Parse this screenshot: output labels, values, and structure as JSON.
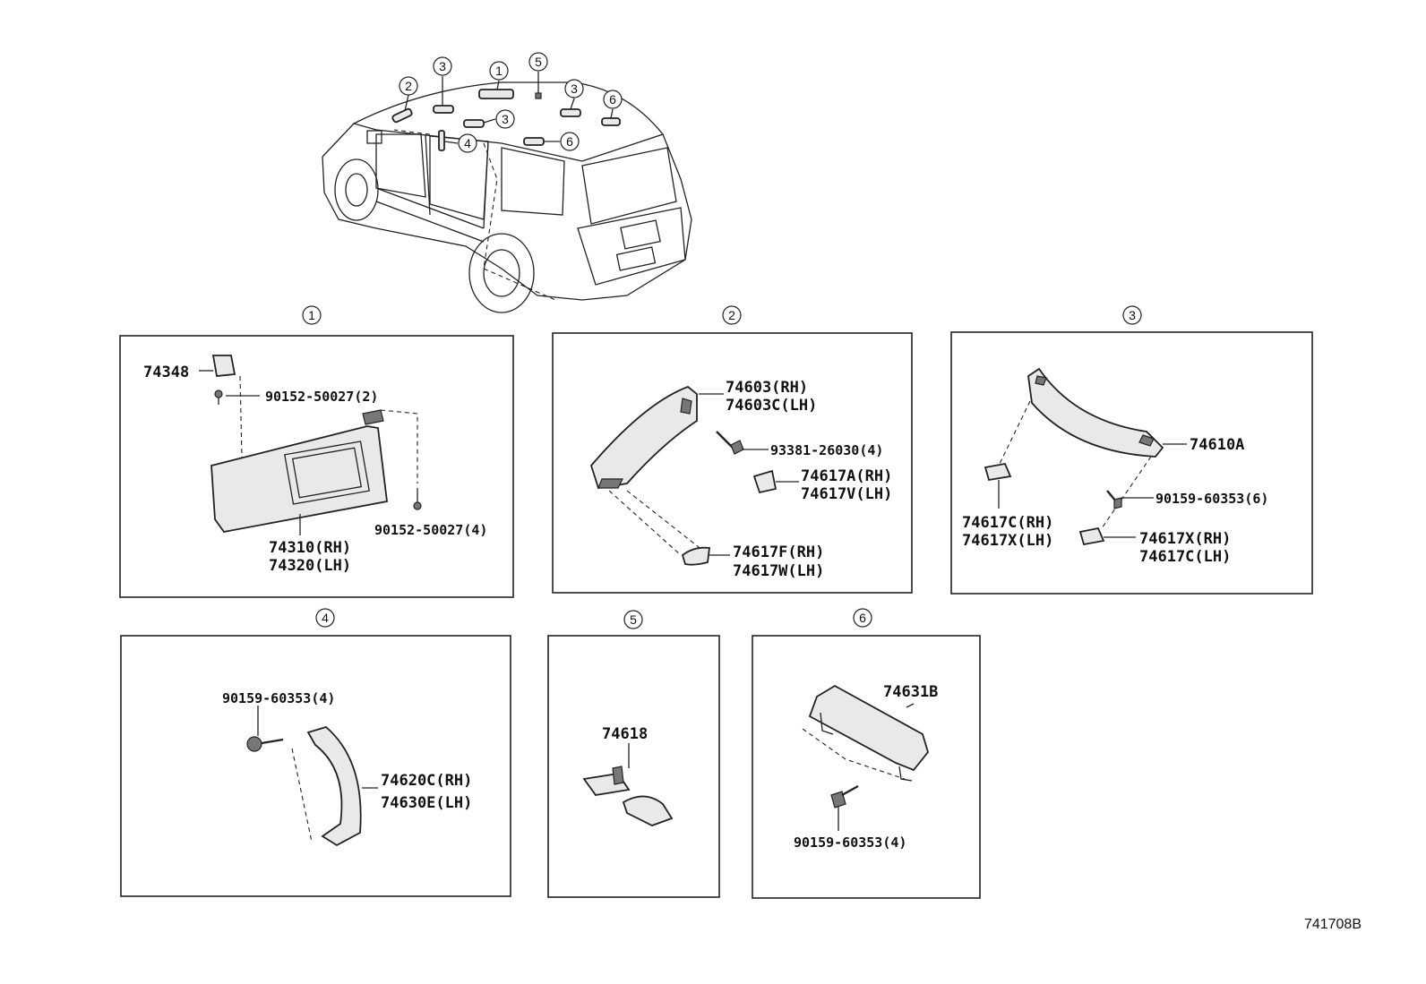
{
  "vehicle_callouts": [
    "1",
    "2",
    "3",
    "3",
    "3",
    "4",
    "5",
    "6",
    "6"
  ],
  "panels": [
    {
      "id": "1",
      "labels": [
        "74348",
        "90152-50027(2)",
        "74310(RH)",
        "74320(LH)",
        "90152-50027(4)"
      ]
    },
    {
      "id": "2",
      "labels": [
        "74603(RH)",
        "74603C(LH)",
        "93381-26030(4)",
        "74617A(RH)",
        "74617V(LH)",
        "74617F(RH)",
        "74617W(LH)"
      ]
    },
    {
      "id": "3",
      "labels": [
        "74610A",
        "90159-60353(6)",
        "74617C(RH)",
        "74617X(LH)",
        "74617X(RH)",
        "74617C(LH)"
      ]
    },
    {
      "id": "4",
      "labels": [
        "90159-60353(4)",
        "74620C(RH)",
        "74630E(LH)"
      ]
    },
    {
      "id": "5",
      "labels": [
        "74618"
      ]
    },
    {
      "id": "6",
      "labels": [
        "74631B",
        "90159-60353(4)"
      ]
    }
  ],
  "diagram_ref": "741708B"
}
